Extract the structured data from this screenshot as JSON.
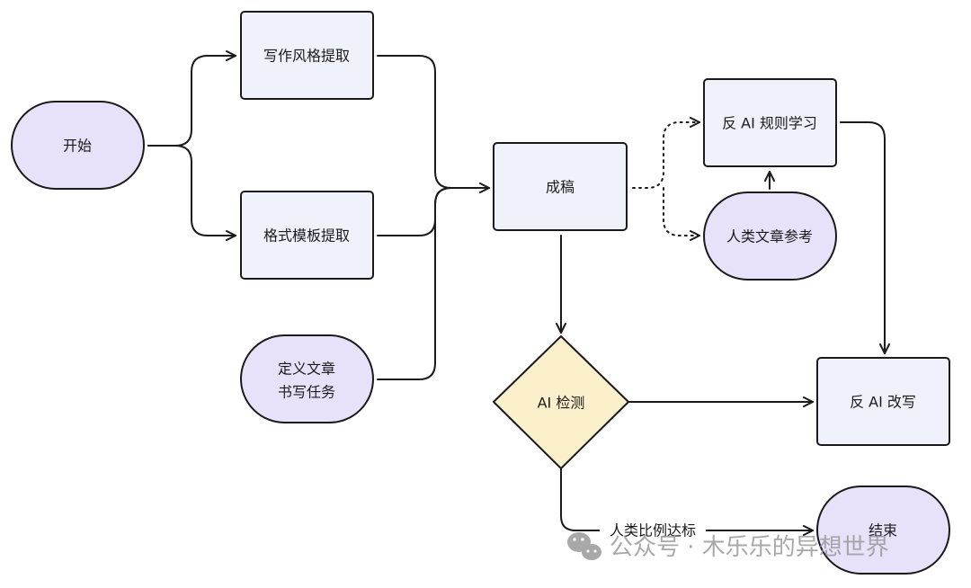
{
  "colors": {
    "stroke": "#1a1a1a",
    "process_fill": "#f0f2fb",
    "terminal_fill": "#e8e1fa",
    "decision_fill": "#fcefcc",
    "watermark": "#9a9a9a"
  },
  "nodes": {
    "start": "开始",
    "style_extract": "写作风格提取",
    "format_extract": "格式模板提取",
    "define_task_line1": "定义文章",
    "define_task_line2": "书写任务",
    "draft": "成稿",
    "anti_ai_rules": "反 AI 规则学习",
    "human_reference": "人类文章参考",
    "ai_detect": "AI 检测",
    "anti_ai_rewrite": "反 AI 改写",
    "end": "结束"
  },
  "edges": {
    "human_ratio_label": "人类比例达标"
  },
  "watermark": {
    "text": "公众号 · 木乐乐的异想世界",
    "icon": "wechat-icon"
  }
}
